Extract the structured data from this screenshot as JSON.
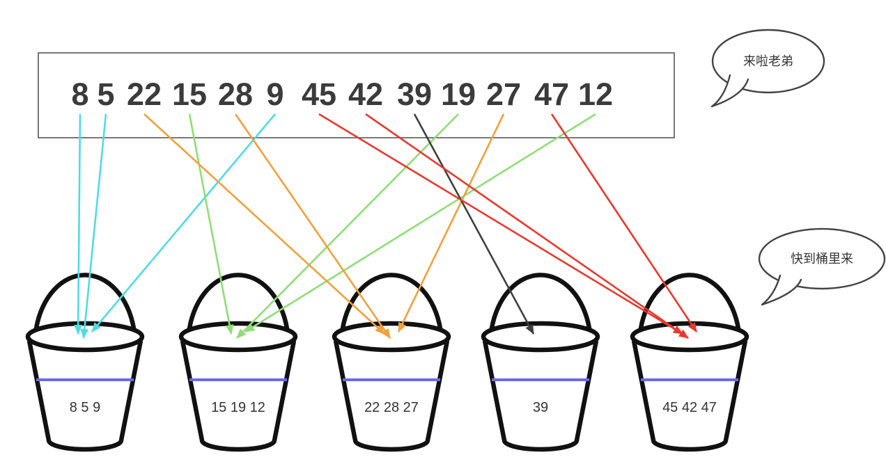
{
  "array_box": {
    "numbers": [
      "8",
      "5",
      "22",
      "15",
      "28",
      "9",
      "45",
      "42",
      "39",
      "19",
      "27",
      "47",
      "12"
    ]
  },
  "bubbles": [
    {
      "text": "来啦老弟"
    },
    {
      "text": "快到桶里来"
    }
  ],
  "buckets": [
    {
      "label": "8 5 9"
    },
    {
      "label": "15 19 12"
    },
    {
      "label": "22 28 27"
    },
    {
      "label": "39"
    },
    {
      "label": "45 42 47"
    }
  ],
  "arrows": [
    {
      "from": "8",
      "bucket": 0,
      "color": "cyan"
    },
    {
      "from": "5",
      "bucket": 0,
      "color": "cyan"
    },
    {
      "from": "9",
      "bucket": 0,
      "color": "cyan"
    },
    {
      "from": "15",
      "bucket": 1,
      "color": "green"
    },
    {
      "from": "19",
      "bucket": 1,
      "color": "green"
    },
    {
      "from": "12",
      "bucket": 1,
      "color": "green"
    },
    {
      "from": "22",
      "bucket": 2,
      "color": "orange"
    },
    {
      "from": "28",
      "bucket": 2,
      "color": "orange"
    },
    {
      "from": "27",
      "bucket": 2,
      "color": "orange"
    },
    {
      "from": "39",
      "bucket": 3,
      "color": "black"
    },
    {
      "from": "45",
      "bucket": 4,
      "color": "red"
    },
    {
      "from": "42",
      "bucket": 4,
      "color": "red"
    },
    {
      "from": "47",
      "bucket": 4,
      "color": "red"
    }
  ],
  "colors": {
    "cyan": "#4fdbe4",
    "green": "#8fdd77",
    "orange": "#f0a03c",
    "black": "#3f3f3f",
    "red": "#e6392e",
    "bucket_outline": "#111111",
    "bucket_water_line": "#6a6ae8",
    "number_text": "#3b3b3b",
    "box_border": "#555555",
    "bubble_border": "#444444",
    "label_text": "#333333"
  }
}
